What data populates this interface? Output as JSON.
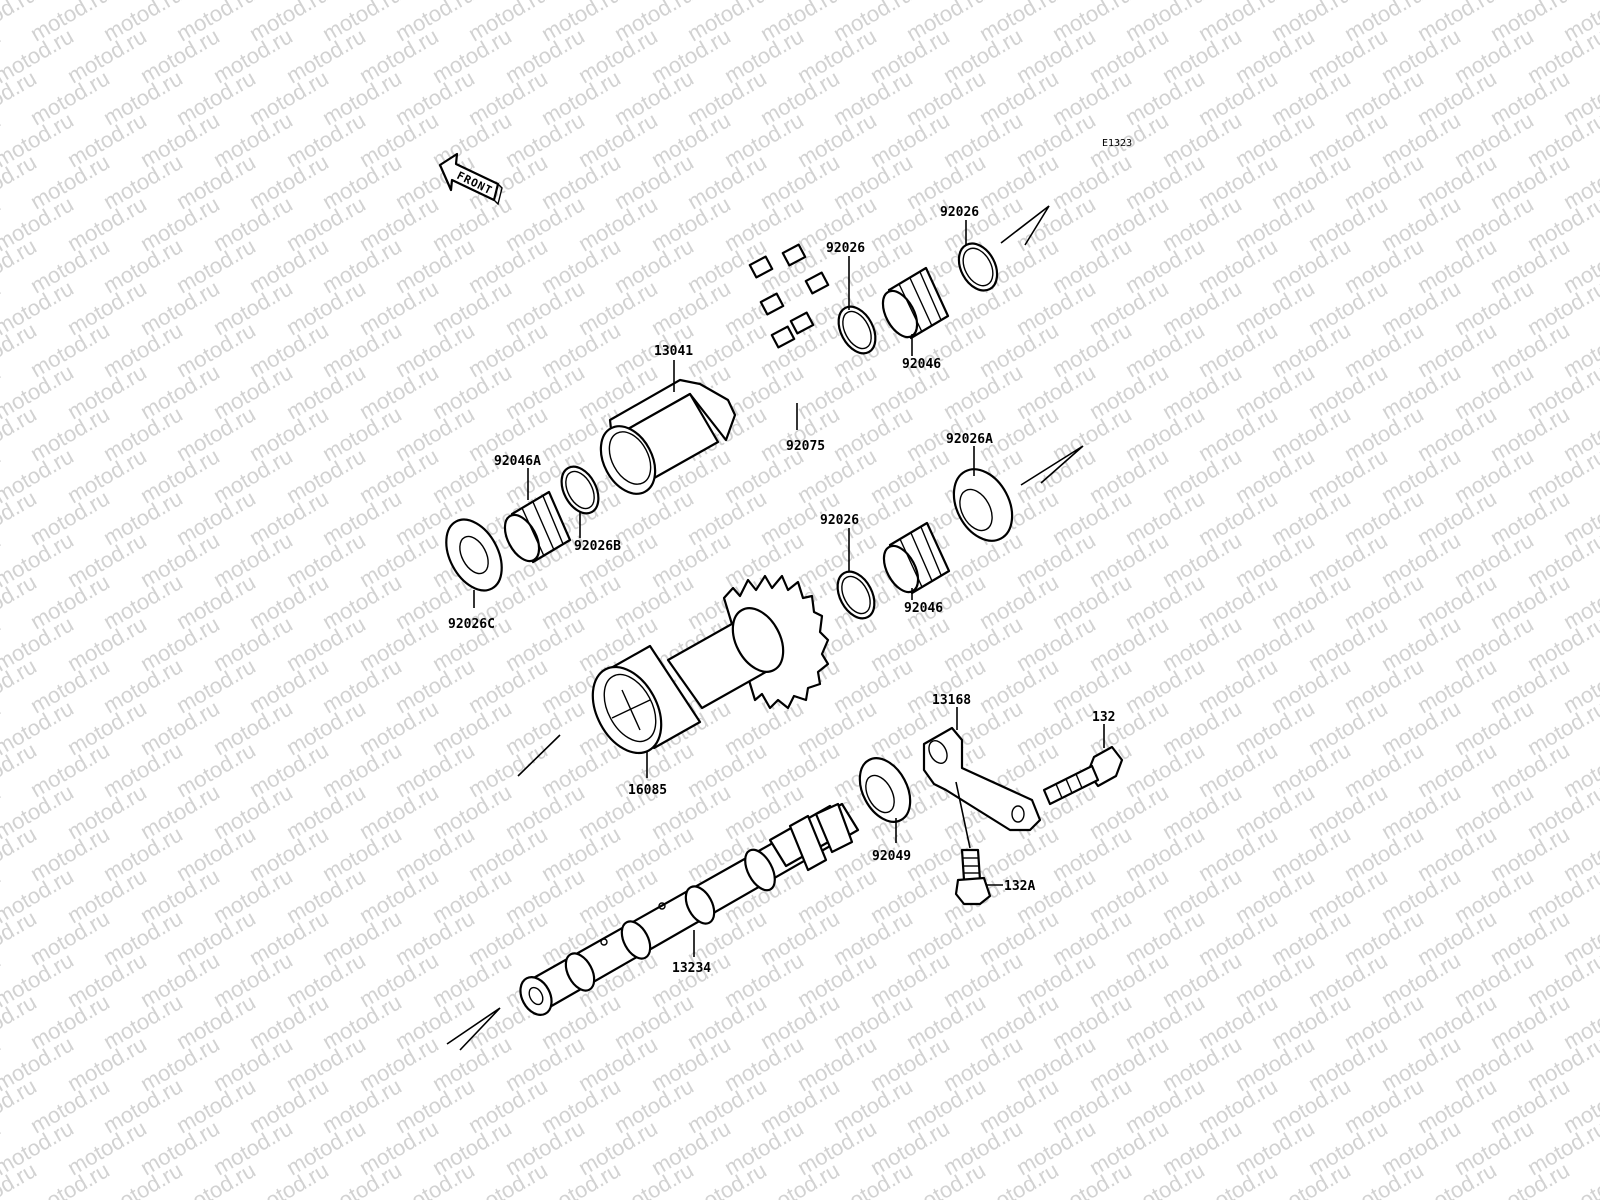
{
  "diagram": {
    "reference_code": "E1323",
    "front_label": "FRONT",
    "watermark_text": "motod.ru",
    "labels": {
      "p92026_top": "92026",
      "p92026_mid": "92026",
      "p92046_top": "92046",
      "p13041": "13041",
      "p92075": "92075",
      "p92026A": "92026A",
      "p92046A": "92046A",
      "p92026B": "92026B",
      "p92026_low": "92026",
      "p92046_low": "92046",
      "p92026C": "92026C",
      "p16085": "16085",
      "p13168": "13168",
      "p132": "132",
      "p92049": "92049",
      "p132A": "132A",
      "p13234": "13234"
    },
    "colors": {
      "line": "#000000",
      "watermark": "#d2d2d2",
      "background": "#ffffff"
    }
  }
}
